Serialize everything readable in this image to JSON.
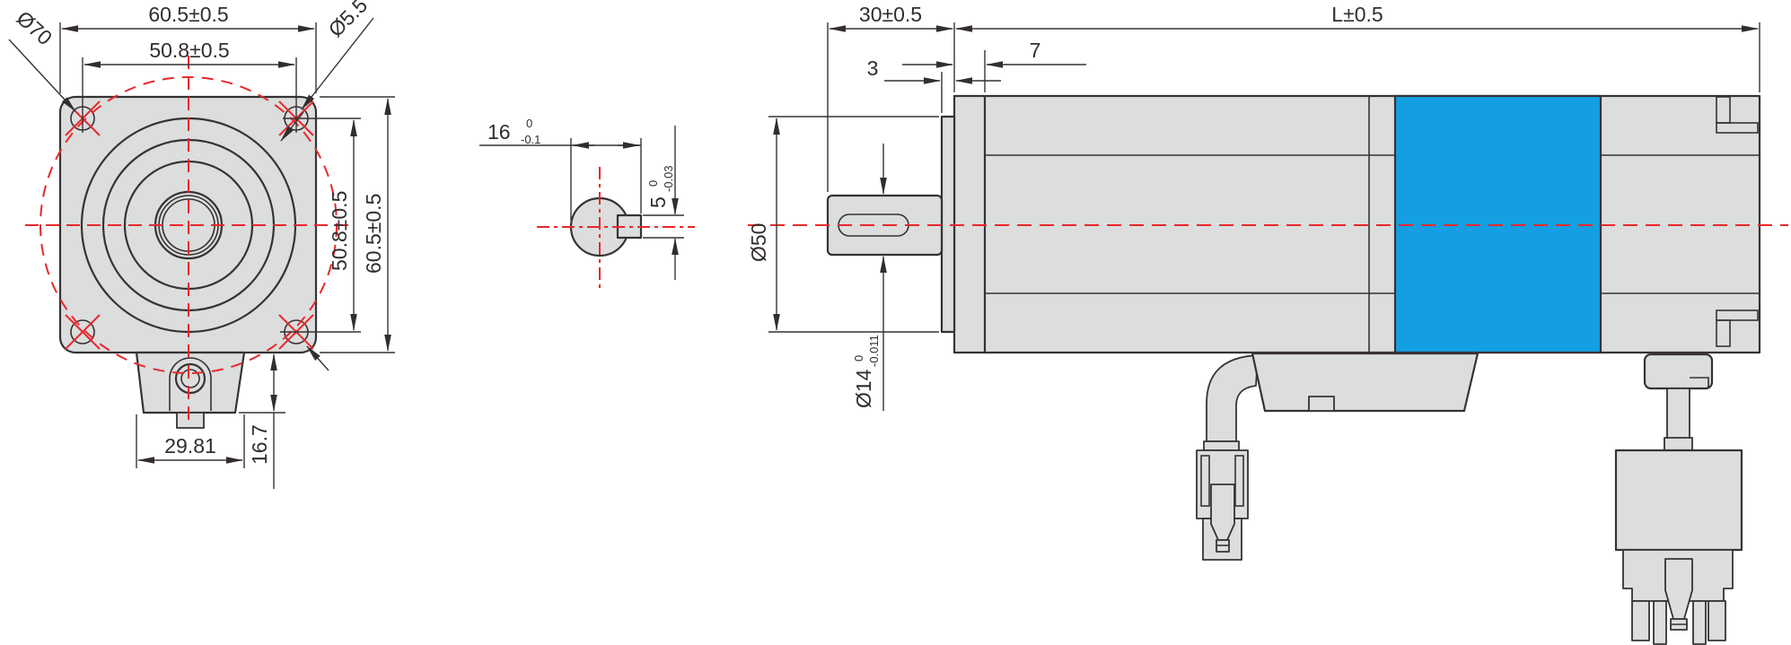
{
  "title": "Motor outline technical drawing",
  "colors": {
    "label_band_blue": "#149fe3",
    "centerline_red": "#e8282c",
    "part_fill": "#dcdddd",
    "line_dark": "#332d2e"
  },
  "front": {
    "dim_width_outer": "60.5±0.5",
    "dim_width_inner": "50.8±0.5",
    "dim_height_inner": "50.8±0.5",
    "dim_height_outer": "60.5±0.5",
    "label_bolt_circle_dia": "Ø70",
    "label_mount_hole_dia": "Ø5.5",
    "dim_tab_width": "29.81",
    "dim_tab_height": "16.7"
  },
  "section": {
    "dim_across": {
      "value": "16",
      "tol_upper": "0",
      "tol_lower": "-0.1"
    },
    "dim_key": {
      "value": "5",
      "tol_upper": "0",
      "tol_lower": "-0.03"
    }
  },
  "side": {
    "dim_shaft_length": "30±0.5",
    "dim_body_length": "L±0.5",
    "dim_flange_thickness": "7",
    "dim_pilot_thickness": "3",
    "label_pilot_dia": "Ø50",
    "dim_shaft_dia": {
      "value": "Ø14",
      "tol_upper": "0",
      "tol_lower": "-0.011"
    }
  }
}
